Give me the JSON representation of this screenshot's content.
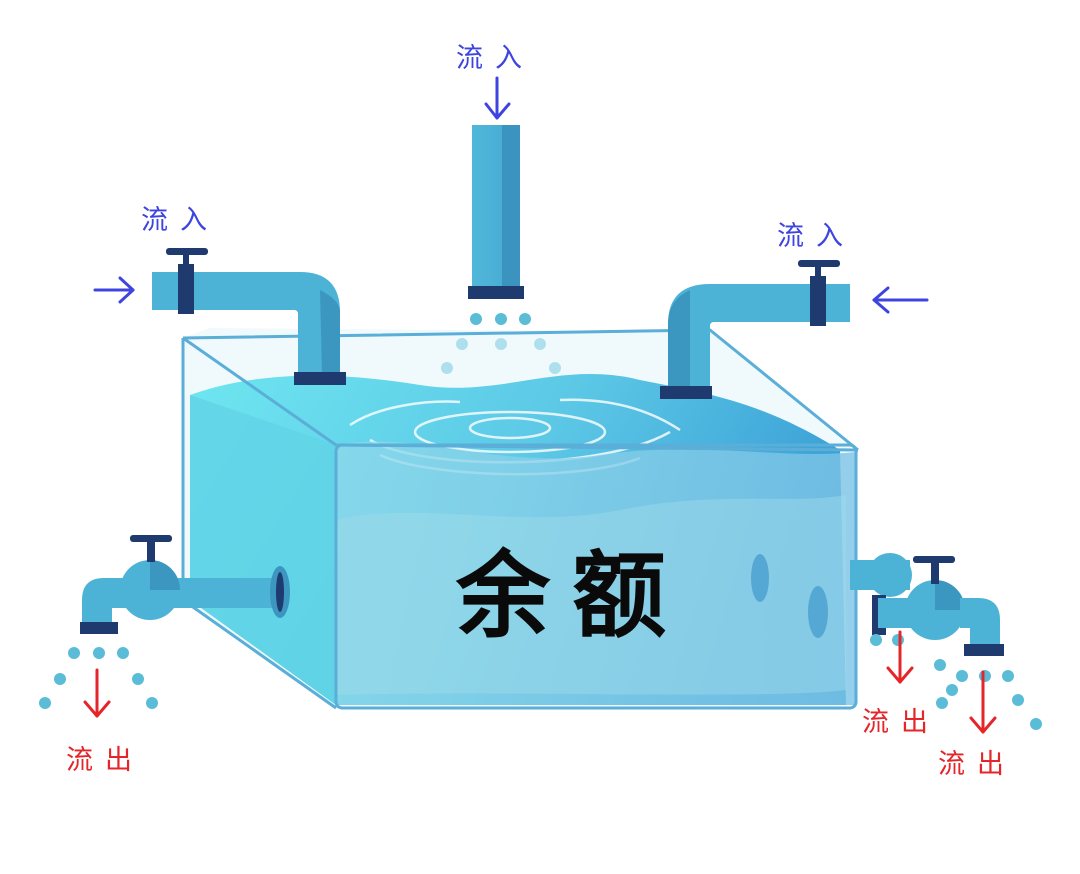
{
  "title": "余额",
  "labels": {
    "inflow_top": "流入",
    "inflow_left": "流入",
    "inflow_right": "流入",
    "outflow_left": "流出",
    "outflow_right_1": "流出",
    "outflow_right_2": "流出"
  },
  "colors": {
    "pipe": "#4db3d6",
    "pipe_dark": "#2a8fb8",
    "pipe_ring": "#1f3a6e",
    "water_light": "#6ee6f0",
    "water_mid": "#5cc8e6",
    "water_dark": "#3a9fd6",
    "inflow_arrow": "#3d44e0",
    "outflow_arrow": "#e4262a",
    "droplet": "#5bbcd8"
  }
}
